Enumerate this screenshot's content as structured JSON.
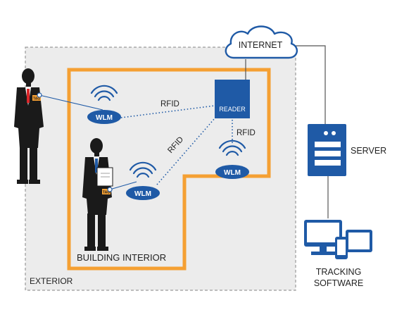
{
  "labels": {
    "internet": "INTERNET",
    "reader": "READER",
    "server": "SERVER",
    "tracking_line1": "TRACKING",
    "tracking_line2": "SOFTWARE",
    "building_interior": "BUILDING INTERIOR",
    "exterior": "EXTERIOR",
    "rfid": "RFID",
    "wlm": "WLM",
    "tag": "TAG"
  },
  "colors": {
    "accent_blue": "#1f5aa6",
    "building_border": "#f5a033",
    "exterior_border": "#9a9a9a",
    "exterior_fill": "#ececec",
    "silhouette": "#1a1a1a",
    "tag": "#f5a033"
  }
}
